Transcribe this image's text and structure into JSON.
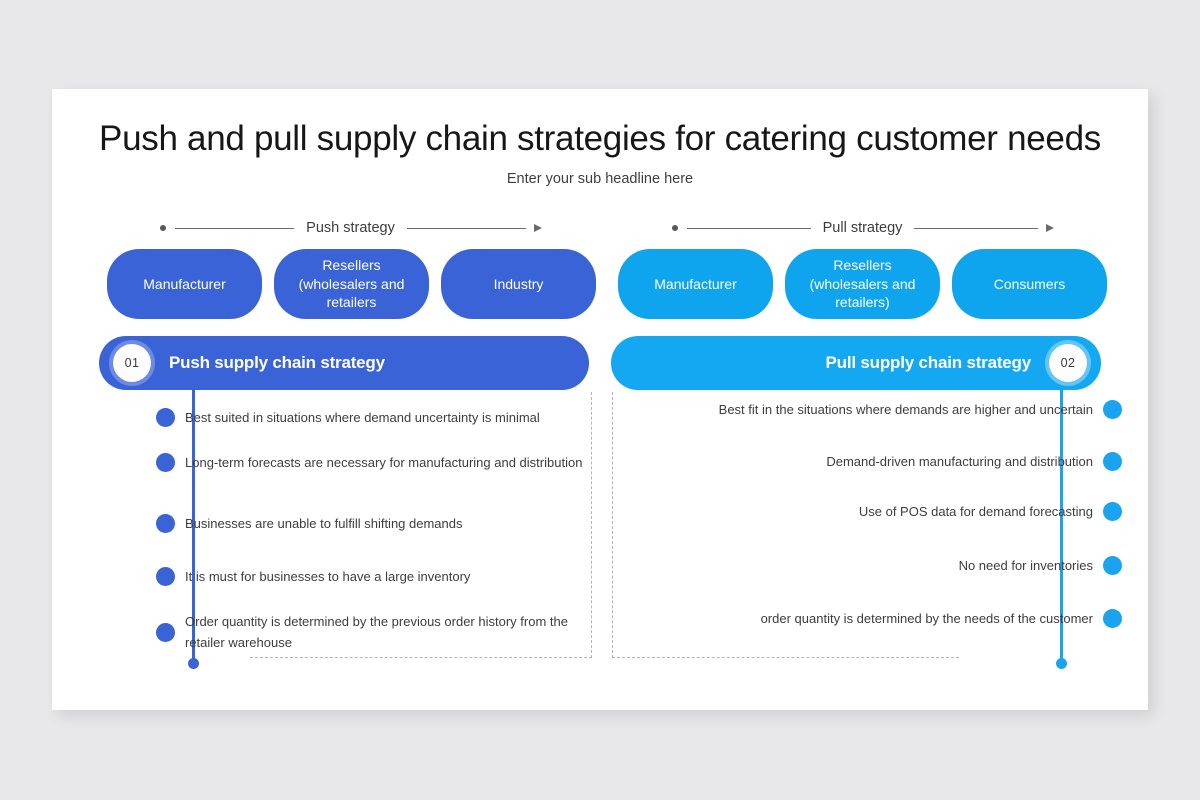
{
  "slide": {
    "title": "Push and pull supply chain strategies for catering customer needs",
    "subtitle": "Enter your sub headline here"
  },
  "colors": {
    "push_blue": "#3a63d8",
    "pull_blue": "#0ea5ee",
    "pull_banner_blue": "#14a7f2",
    "page_background": "#e8e8ea",
    "card_background": "#ffffff",
    "body_text": "#3d3d3f",
    "dashed_line": "#b4b4b4"
  },
  "push": {
    "arrow_label": "Push strategy",
    "chain": [
      "Manufacturer",
      "Resellers (wholesalers and retailers",
      "Industry"
    ],
    "banner": {
      "number": "01",
      "title": "Push supply chain strategy"
    },
    "bullets": [
      "Best suited in situations where demand uncertainty is minimal",
      "Long-term forecasts are necessary for manufacturing and distribution",
      "Businesses are unable to fulfill shifting demands",
      "It is must for businesses to have a large inventory",
      "Order quantity is determined by the previous order history from the retailer warehouse"
    ]
  },
  "pull": {
    "arrow_label": "Pull strategy",
    "chain": [
      "Manufacturer",
      "Resellers (wholesalers and retailers)",
      "Consumers"
    ],
    "banner": {
      "number": "02",
      "title": "Pull supply chain strategy"
    },
    "bullets": [
      "Best fit in the situations where demands are higher and uncertain",
      "Demand-driven manufacturing and distribution",
      "Use of POS data for demand forecasting",
      "No need for inventories",
      "order quantity is determined by the needs of the customer"
    ]
  }
}
